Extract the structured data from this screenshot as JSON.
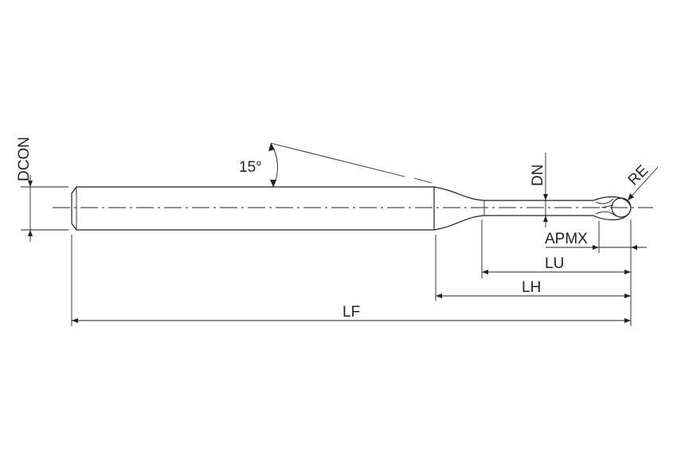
{
  "labels": {
    "dcon": "DCON",
    "angle": "15°",
    "dn": "DN",
    "re": "RE",
    "apmx": "APMX",
    "lu": "LU",
    "lh": "LH",
    "lf": "LF"
  }
}
